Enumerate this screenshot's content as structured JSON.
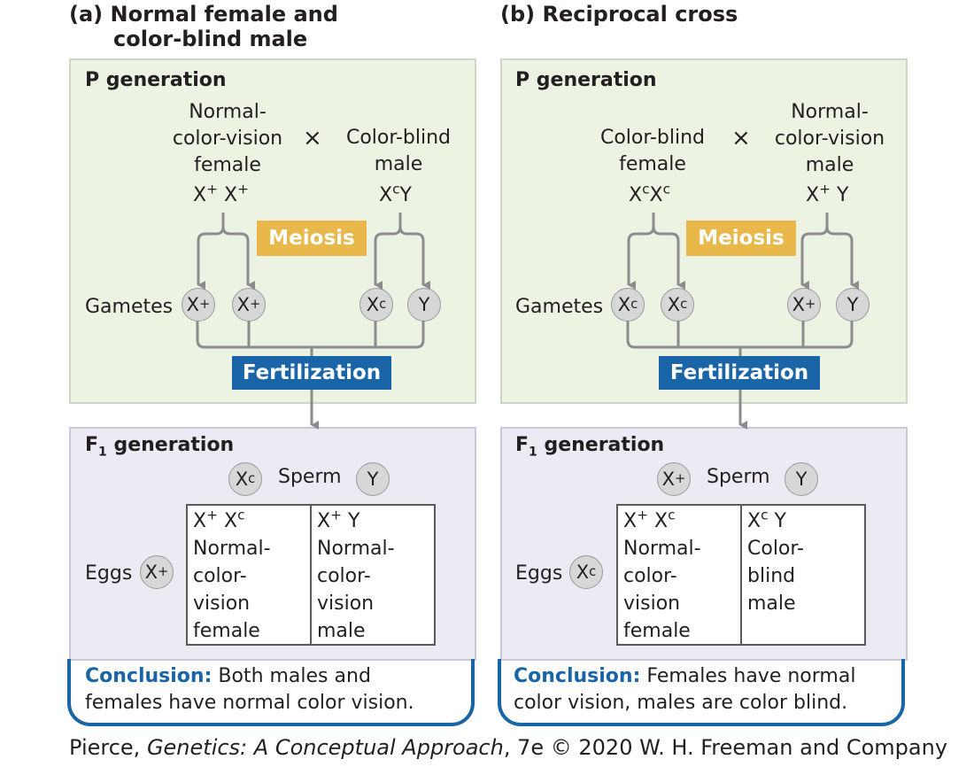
{
  "credit": {
    "author": "Pierce, ",
    "book": "Genetics: A Conceptual Approach",
    "rest": ", 7e © 2020 W. H. Freeman and Company"
  },
  "labels": {
    "p_generation": "P generation",
    "f1_generation": "F",
    "f1_sub": "1",
    "f1_suffix": " generation",
    "cross": "×",
    "meiosis": "Meiosis",
    "fertilization": "Fertilization",
    "gametes": "Gametes",
    "sperm": "Sperm",
    "eggs": "Eggs",
    "conclusion": "Conclusion:"
  },
  "panel_a": {
    "title_line1": "(a)  Normal female and",
    "title_line2": "color-blind male",
    "female_l1": "Normal-",
    "female_l2": "color-vision",
    "female_l3": "female",
    "male_l1": "Color-blind",
    "male_l2": "male",
    "female_geno_a": "X",
    "female_geno_a_sup": "+",
    "female_geno_b": "X",
    "female_geno_b_sup": "+",
    "male_geno_a": "X",
    "male_geno_a_sup": "c",
    "male_geno_b": "Y",
    "gametes": [
      {
        "base": "X",
        "sup": "+"
      },
      {
        "base": "X",
        "sup": "+"
      },
      {
        "base": "X",
        "sup": "c"
      },
      {
        "base": "Y",
        "sup": ""
      }
    ],
    "sperm": [
      {
        "base": "X",
        "sup": "c"
      },
      {
        "base": "Y",
        "sup": ""
      }
    ],
    "egg": {
      "base": "X",
      "sup": "+"
    },
    "cell1": {
      "g1": "X",
      "g1sup": "+",
      "g2": "X",
      "g2sup": "c",
      "l1": "Normal-",
      "l2": "color-",
      "l3": "vision",
      "l4": "female"
    },
    "cell2": {
      "g1": "X",
      "g1sup": "+",
      "g2": "Y",
      "g2sup": "",
      "l1": "Normal-",
      "l2": "color-",
      "l3": "vision",
      "l4": "male"
    },
    "conclusion_l1": " Both males and",
    "conclusion_l2": "females have normal color vision."
  },
  "panel_b": {
    "title_line1": "(b)  Reciprocal cross",
    "female_l1": "Color-blind",
    "female_l2": "female",
    "male_l1": "Normal-",
    "male_l2": "color-vision",
    "male_l3": "male",
    "female_geno_a": "X",
    "female_geno_a_sup": "c",
    "female_geno_b": "X",
    "female_geno_b_sup": "c",
    "male_geno_a": "X",
    "male_geno_a_sup": "+",
    "male_geno_b": "Y",
    "gametes": [
      {
        "base": "X",
        "sup": "c"
      },
      {
        "base": "X",
        "sup": "c"
      },
      {
        "base": "X",
        "sup": "+"
      },
      {
        "base": "Y",
        "sup": ""
      }
    ],
    "sperm": [
      {
        "base": "X",
        "sup": "+"
      },
      {
        "base": "Y",
        "sup": ""
      }
    ],
    "egg": {
      "base": "X",
      "sup": "c"
    },
    "cell1": {
      "g1": "X",
      "g1sup": "+",
      "g2": "X",
      "g2sup": "c",
      "l1": "Normal-",
      "l2": "color-",
      "l3": "vision",
      "l4": "female"
    },
    "cell2": {
      "g1": "X",
      "g1sup": "c",
      "g2": "Y",
      "g2sup": "",
      "l1": "Color-",
      "l2": "blind",
      "l3": "male",
      "l4": ""
    },
    "conclusion_l1": " Females have normal",
    "conclusion_l2": "color vision, males are color blind."
  },
  "colors": {
    "p_box": "#edf3e3",
    "f_box": "#ecebf4",
    "meiosis": "#e8b84a",
    "fertilization": "#1a65a8",
    "arrow": "#8c8c8c"
  }
}
